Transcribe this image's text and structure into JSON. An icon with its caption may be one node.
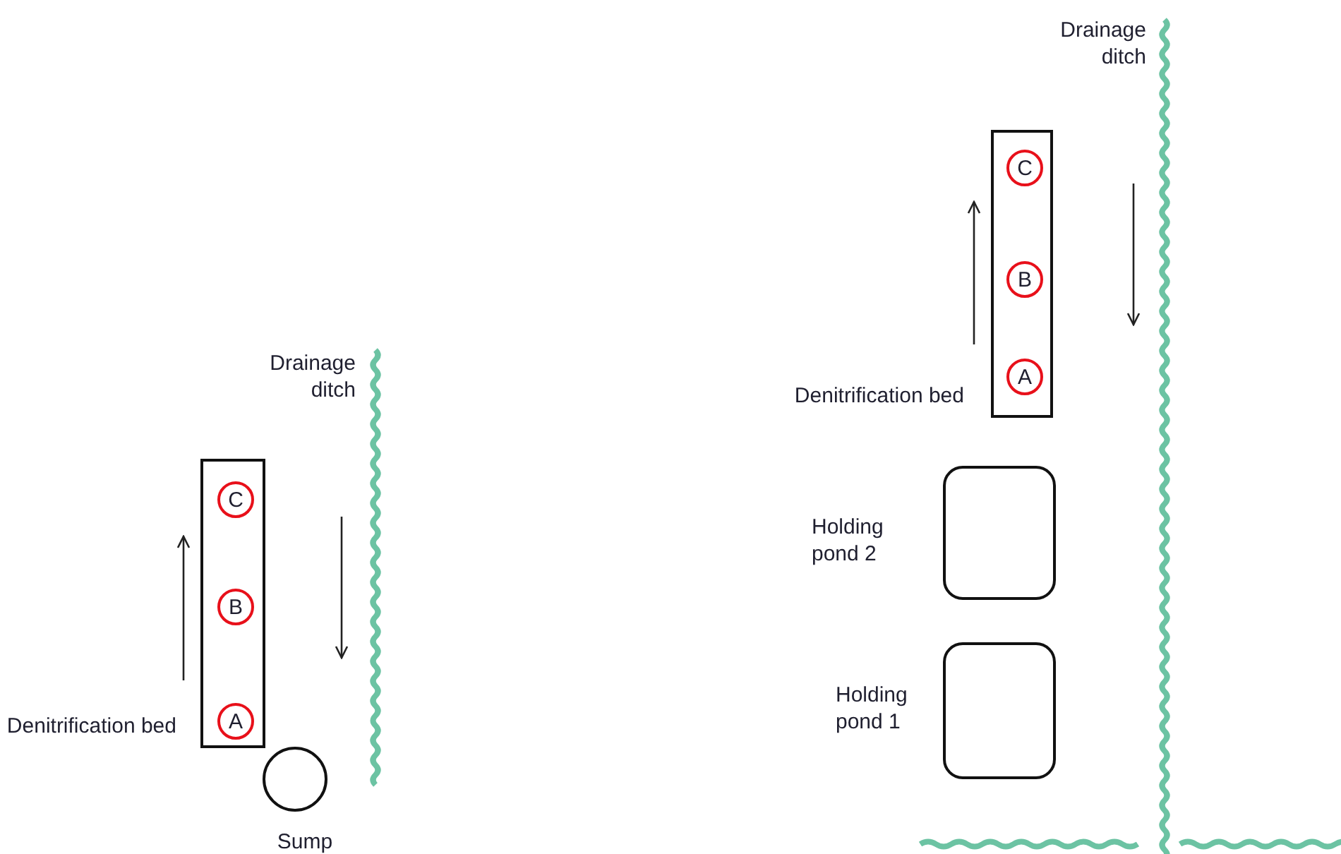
{
  "diagram": {
    "nodes": [
      {
        "text": [],
        "shape": "box",
        "beside": [
          "Denitrification bed"
        ]
      },
      {
        "text": [
          "C"
        ],
        "in": 0
      },
      {
        "text": [
          "B"
        ],
        "in": 0
      },
      {
        "text": [
          "A"
        ],
        "in": 0
      },
      {
        "text": [],
        "shape": "circle",
        "beside": [
          "Sump"
        ]
      },
      {
        "text": [],
        "shape": "box",
        "beside": [
          "Denitrification bed"
        ]
      },
      {
        "text": [
          "C"
        ],
        "in": 5
      },
      {
        "text": [
          "B"
        ],
        "in": 5
      },
      {
        "text": [
          "A"
        ],
        "in": 5
      },
      {
        "text": [],
        "shape": "box",
        "beside": [
          "Holding pond 2"
        ]
      },
      {
        "text": [],
        "shape": "box",
        "beside": [
          "Holding pond 1"
        ]
      }
    ],
    "labels": [
      "Drainage ditch",
      "Drainage ditch"
    ]
  }
}
